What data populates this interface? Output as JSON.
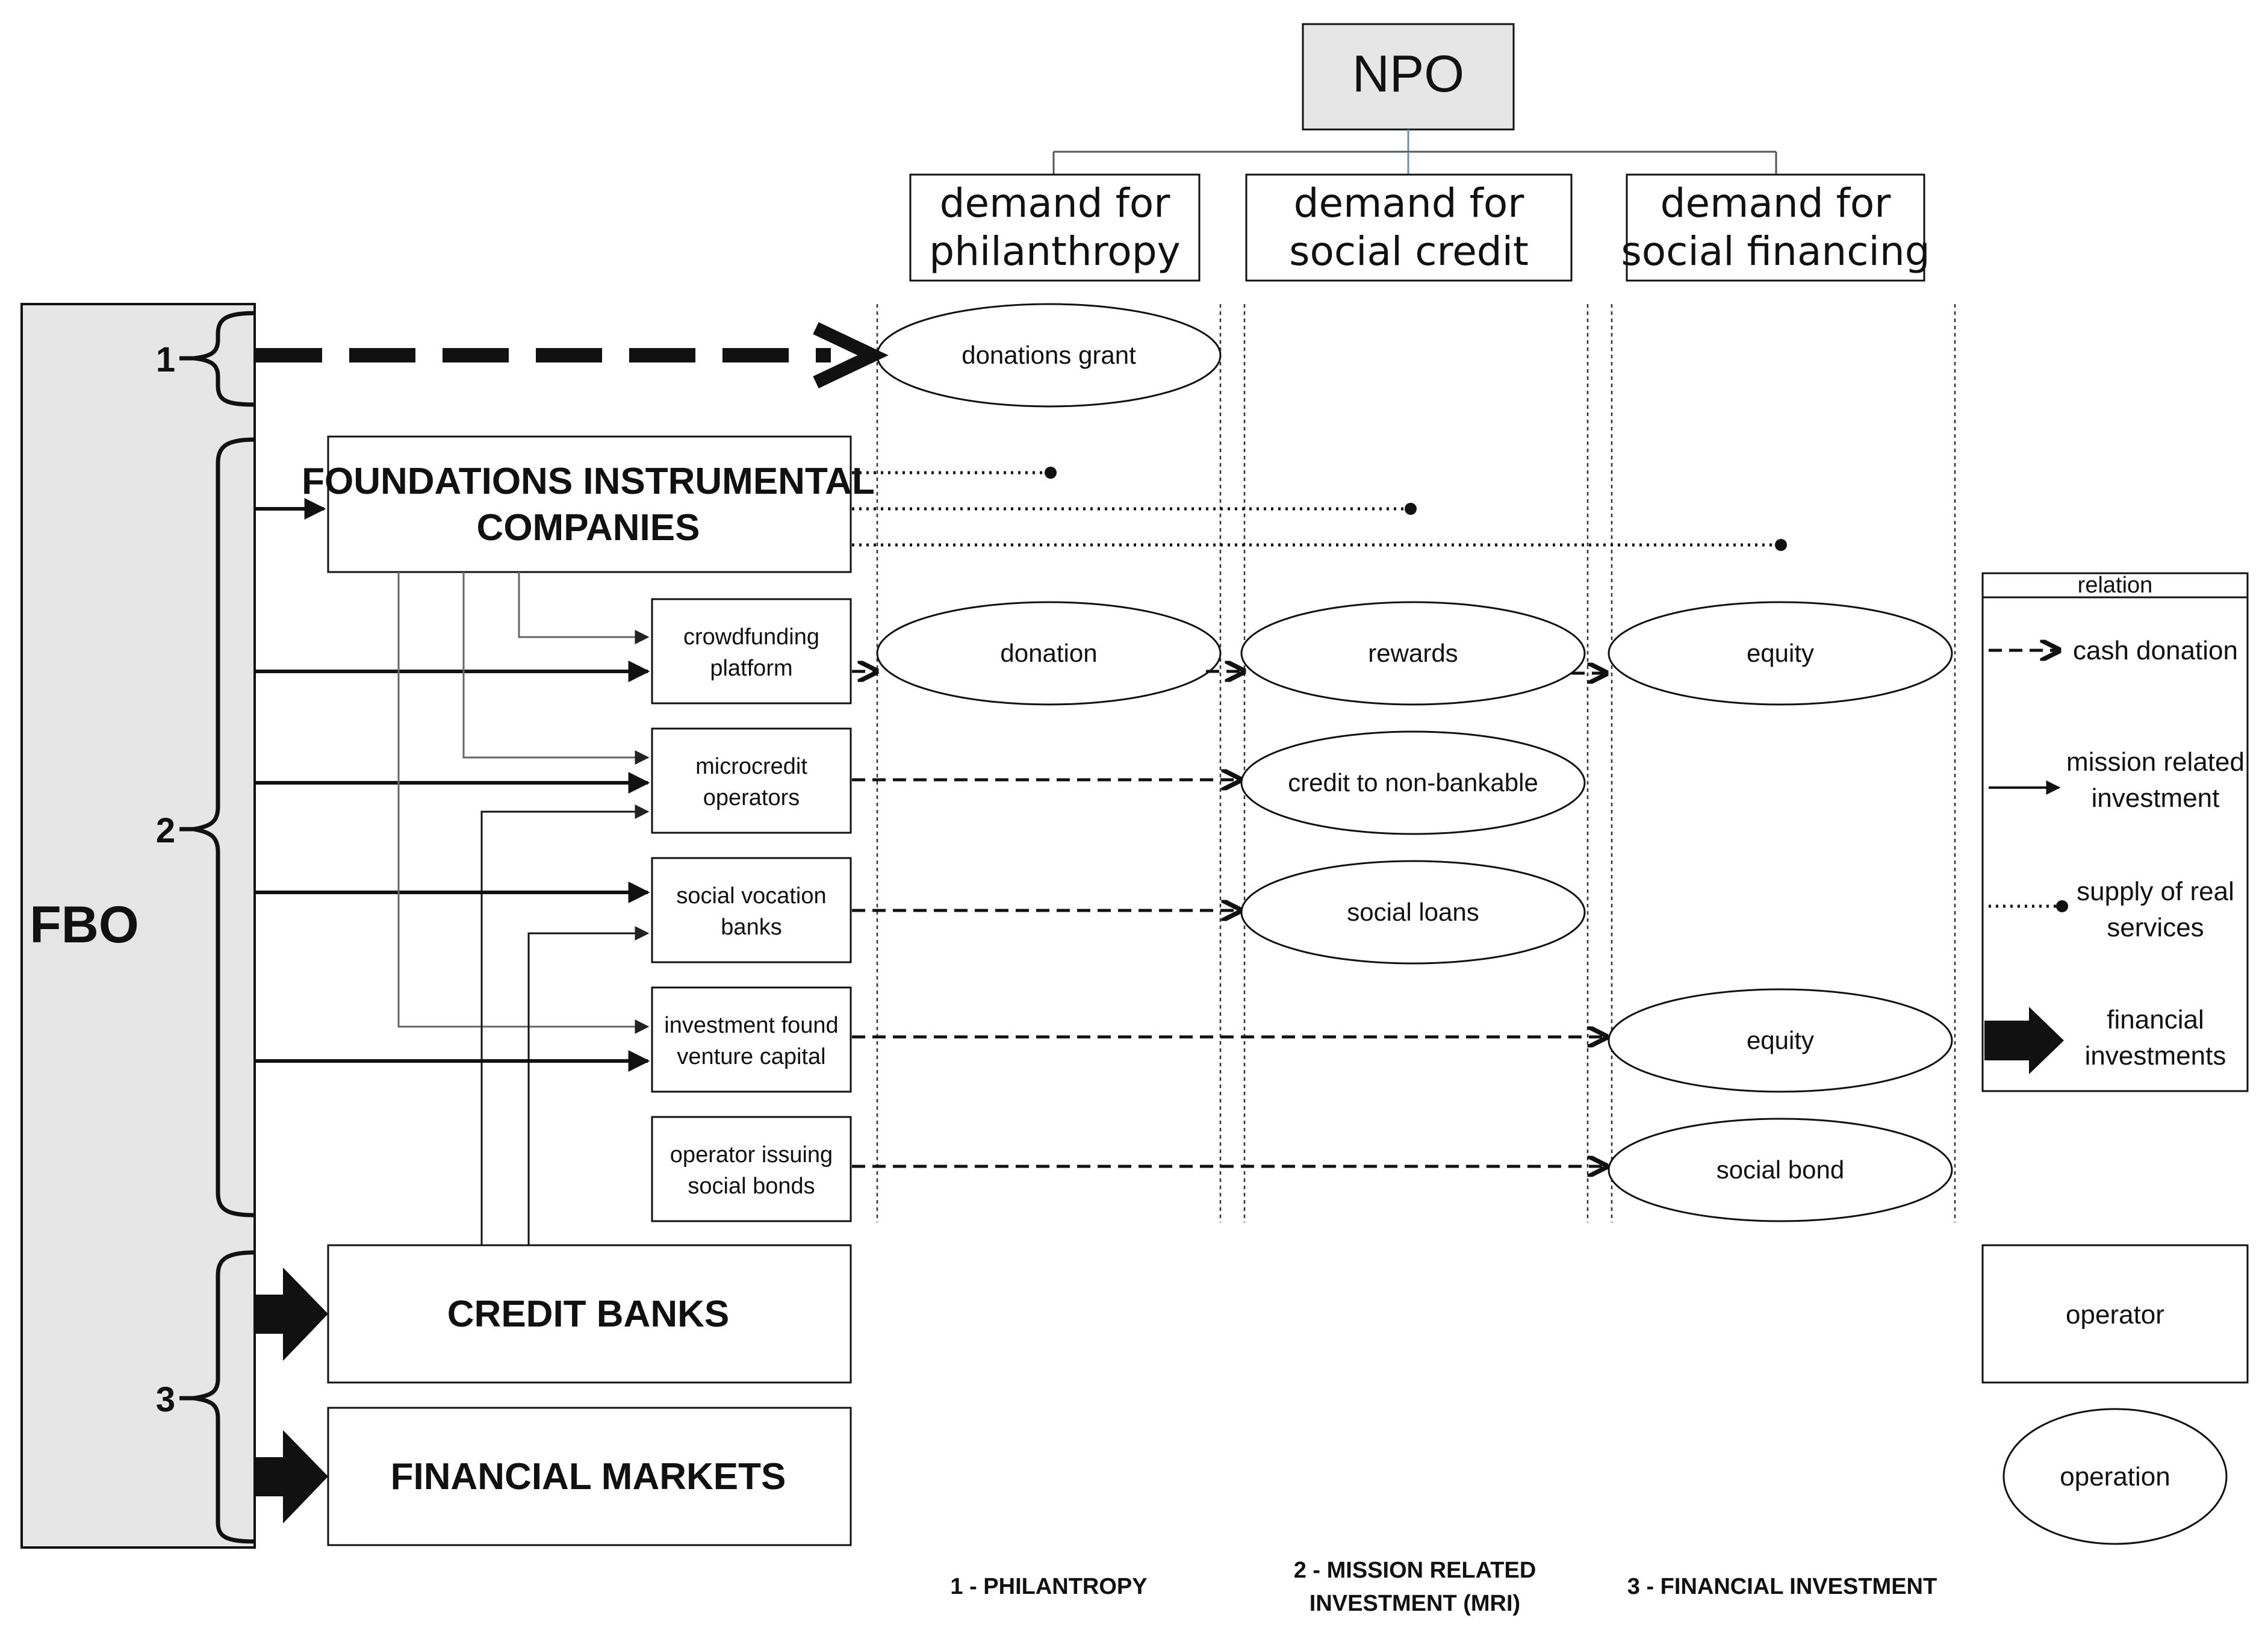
{
  "npo": "NPO",
  "fbo": "FBO",
  "demands": [
    "demand for",
    "philanthropy",
    "demand for",
    "social credit",
    "demand for",
    "social financing"
  ],
  "bracket_numbers": [
    "1",
    "2",
    "3"
  ],
  "operators": {
    "foundations": [
      "FOUNDATIONS INSTRUMENTAL",
      "COMPANIES"
    ],
    "crowdfunding": [
      "crowdfunding",
      "platform"
    ],
    "microcredit": [
      "microcredit",
      "operators"
    ],
    "social_banks": [
      "social vocation",
      "banks"
    ],
    "investment_fund": [
      "investment found",
      "venture capital"
    ],
    "social_bonds_op": [
      "operator issuing",
      "social bonds"
    ],
    "credit_banks": "CREDIT BANKS",
    "financial_markets": "FINANCIAL MARKETS"
  },
  "operations": {
    "donations_grant": "donations  grant",
    "donation": "donation",
    "rewards": "rewards",
    "equity_1": "equity",
    "credit_non_bankable": "credit  to non-bankable",
    "social_loans": "social  loans",
    "equity_2": "equity",
    "social_bond": "social bond"
  },
  "legend": {
    "title": "relation",
    "cash_donation": "cash donation",
    "mission_related": [
      "mission related",
      "investment"
    ],
    "supply": [
      "supply of real",
      "services"
    ],
    "financial_investments": [
      "financial",
      "investments"
    ],
    "operator": "operator",
    "operation": "operation"
  },
  "footer": {
    "philanthropy": "1 - PHILANTROPY",
    "mri": [
      "2 - MISSION RELATED",
      "INVESTMENT (MRI)"
    ],
    "financial": "3 - FINANCIAL INVESTMENT"
  }
}
